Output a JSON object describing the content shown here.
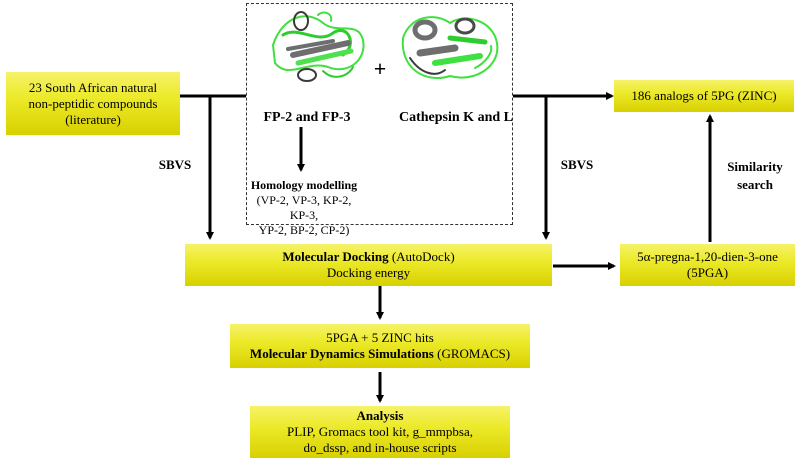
{
  "left_box": {
    "line1": "23 South African natural",
    "line2": "non-peptidic compounds",
    "line3": "(literature)"
  },
  "targets": {
    "fp_label": "FP-2 and FP-3",
    "plus": "+",
    "cathepsin_label": "Cathepsin K and L",
    "homology_title": "Homology modelling",
    "homology_line1": "(VP-2, VP-3, KP-2, KP-3,",
    "homology_line2": "YP-2, BP-2, CP-2)"
  },
  "sbvs_left": "SBVS",
  "sbvs_right": "SBVS",
  "docking": {
    "title_bold": "Molecular Docking",
    "title_rest": " (AutoDock)",
    "line2": "Docking energy"
  },
  "result": {
    "line1": "5α-pregna-1,20-dien-3-one",
    "line2": "(5PGA)"
  },
  "analogs": {
    "label": "186 analogs of 5PG (ZINC)"
  },
  "similarity": {
    "line1": "Similarity",
    "line2": "search"
  },
  "md": {
    "line1": "5PGA + 5 ZINC hits",
    "line2_bold": "Molecular Dynamics Simulations",
    "line2_rest": " (GROMACS)"
  },
  "analysis": {
    "title": "Analysis",
    "line2": "PLIP, Gromacs tool kit, g_mmpbsa,",
    "line3": "do_dssp, and in-house scripts"
  },
  "colors": {
    "box_yellow": "#ecea2a",
    "protein_green": "#3fe03f",
    "protein_gray": "#6e6e6e"
  }
}
